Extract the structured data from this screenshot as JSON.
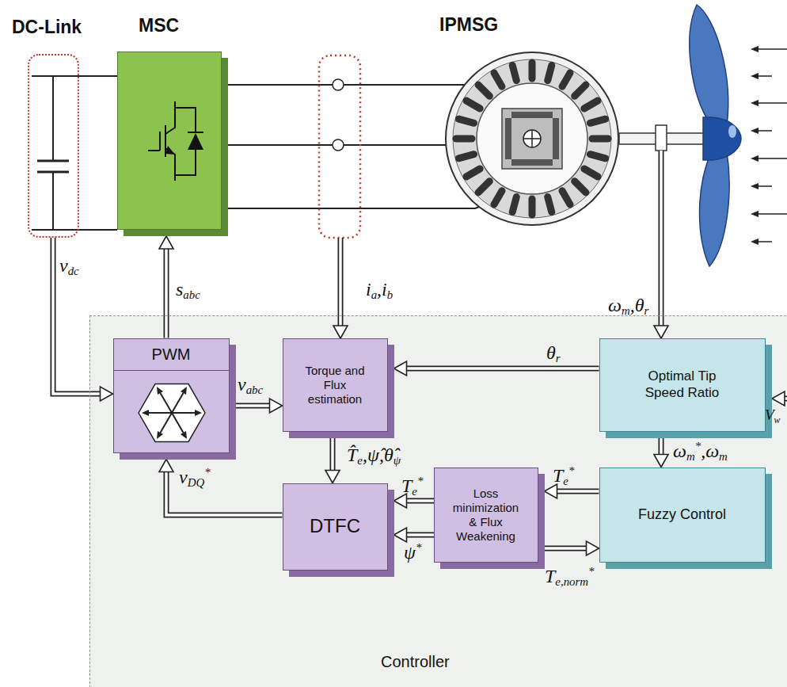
{
  "diagram": {
    "nodes": [
      {
        "text": [
          "DC-Link"
        ]
      },
      {
        "text": [
          "MSC"
        ]
      },
      {
        "text": [
          "IPMSG"
        ]
      },
      {
        "text": [
          "Controller"
        ]
      },
      {
        "text": [
          "PWM"
        ],
        "in": 3
      },
      {
        "text": [
          "Torque and Flux estimation"
        ],
        "in": 3
      },
      {
        "text": [
          "Optimal Tip Speed Ratio"
        ],
        "in": 3
      },
      {
        "text": [
          "DTFC"
        ],
        "in": 3
      },
      {
        "text": [
          "Loss minimization & Flux Weakening"
        ],
        "in": 3
      },
      {
        "text": [
          "Fuzzy Control"
        ],
        "in": 3
      }
    ],
    "edges": [
      {
        "from": 0,
        "to": 4,
        "arrow": "to",
        "label": "vdc"
      },
      {
        "from": 4,
        "to": 1,
        "arrow": "to",
        "label": "sabc"
      },
      {
        "from": 6,
        "to": 5,
        "arrow": "to",
        "label": "θr"
      },
      {
        "from": 4,
        "to": 5,
        "arrow": "to",
        "label": "vabc"
      },
      {
        "from": 5,
        "to": 7,
        "arrow": "to",
        "label": "T̂e,ψ̂,θ̂ψ"
      },
      {
        "from": 6,
        "to": 9,
        "arrow": "to",
        "label": "ωm*,ωm"
      },
      {
        "from": 9,
        "to": 8,
        "arrow": "to",
        "label": "Te*"
      },
      {
        "from": 8,
        "to": 7,
        "arrow": "to",
        "label": "Te*"
      },
      {
        "from": 8,
        "to": 7,
        "arrow": "to",
        "label": "ψ*"
      },
      {
        "from": 8,
        "to": 9,
        "arrow": "to",
        "label": "Te,norm*"
      },
      {
        "from": 7,
        "to": 4,
        "arrow": "to",
        "label": "vDQ*"
      }
    ],
    "labels": [
      "ia,ib",
      "ωm,θr",
      "Vw"
    ]
  }
}
